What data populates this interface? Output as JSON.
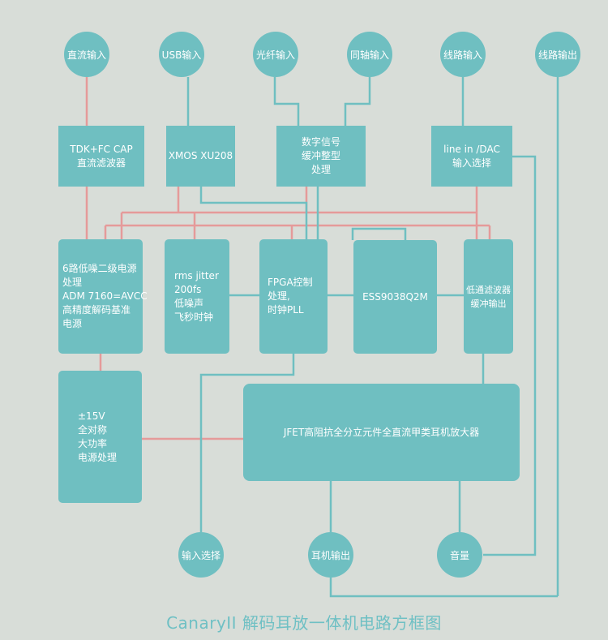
{
  "circles": {
    "dc_in": "直流输入",
    "usb_in": "USB输入",
    "optical_in": "光纤输入",
    "coax_in": "同轴输入",
    "line_in": "线路输入",
    "line_out": "线路输出",
    "input_select": "输入选择",
    "headphone_out": "耳机输出",
    "volume": "音量"
  },
  "blocks": {
    "tdk": [
      "TDK+FC CAP",
      "直流滤波器"
    ],
    "xmos": [
      "XMOS  XU208"
    ],
    "digital": [
      "数字信号",
      "缓冲整型",
      "处理"
    ],
    "linein_dac": [
      "line in /DAC",
      "输入选择"
    ],
    "power6": [
      "6路低噪二级电源",
      "处理",
      "ADM 7160=AVCC",
      "高精度解码基准",
      "电源"
    ],
    "jitter": [
      "rms jitter",
      "200fs",
      "低噪声",
      "飞秒时钟"
    ],
    "fpga": [
      "FPGA控制",
      "处理,",
      "时钟PLL"
    ],
    "ess": [
      "ESS9038Q2M"
    ],
    "lowpass": [
      "低通滤波器",
      "缓冲输出"
    ],
    "power15": [
      "±15V",
      "全对称",
      "大功率",
      "电源处理"
    ],
    "jfet": [
      "JFET高阻抗全分立元件全直流甲类耳机放大器"
    ]
  },
  "title": "CanaryII 解码耳放一体机电路方框图",
  "colors": {
    "background": "#d8ddd8",
    "block": "#6fbfc1",
    "signal_line": "#6fbfc1",
    "power_line": "#e59a9a"
  }
}
